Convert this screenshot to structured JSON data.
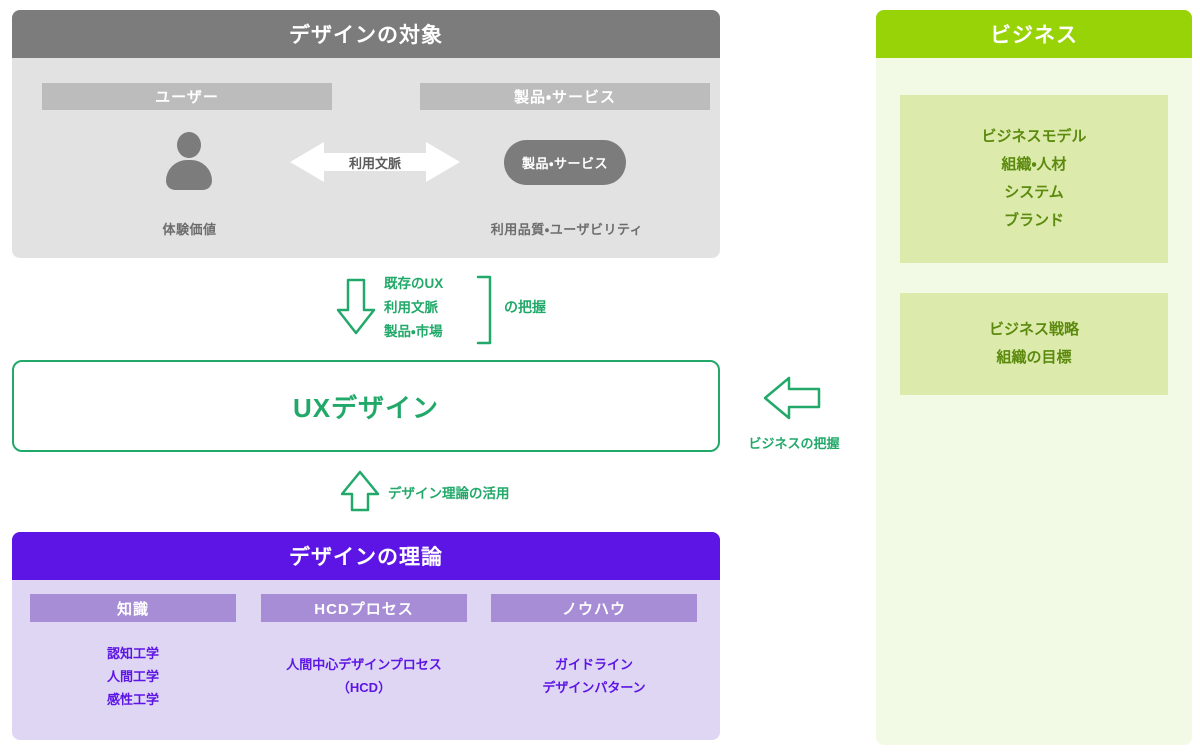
{
  "design_target": {
    "header": "デザインの対象",
    "user_subhead": "ユーザー",
    "product_subhead": "製品・サービス",
    "context_arrow_label": "利用文脈",
    "product_pill_label": "製品・サービス",
    "user_caption": "体験価値",
    "product_caption": "利用品質・ユーザビリティ",
    "user_icon": "person-icon"
  },
  "grasp_flow": {
    "arrow_direction": "down",
    "items": "既存のUX\n利用文脈\n製品・市場",
    "suffix": "の把握"
  },
  "ux_design": {
    "title": "UXデザイン"
  },
  "business_grasp": {
    "arrow_direction": "left",
    "label": "ビジネスの把握"
  },
  "theory_use": {
    "arrow_direction": "up",
    "label": "デザイン理論の活用"
  },
  "design_theory": {
    "header": "デザインの理論",
    "columns": [
      {
        "subhead": "知識",
        "text": "認知工学\n人間工学\n感性工学"
      },
      {
        "subhead": "HCDプロセス",
        "text": "人間中心デザインプロセス\n（HCD）"
      },
      {
        "subhead": "ノウハウ",
        "text": "ガイドライン\nデザインパターン"
      }
    ]
  },
  "business": {
    "header": "ビジネス",
    "boxes": [
      {
        "text": "ビジネスモデル\n組織・人材\nシステム\nブランド"
      },
      {
        "text": "ビジネス戦略\n組織の目標"
      }
    ]
  },
  "colors": {
    "gray_header": "#7c7c7c",
    "gray_body": "#e2e2e2",
    "gray_subhead": "#bcbcbc",
    "accent_green": "#22a96a",
    "purple_header": "#5d15e6",
    "purple_body": "#ded6f3",
    "purple_subhead": "#a78cd6",
    "business_green": "#97d307",
    "business_body": "#f2f9e5",
    "business_box": "#dcebac",
    "business_text": "#5c8a0e"
  }
}
